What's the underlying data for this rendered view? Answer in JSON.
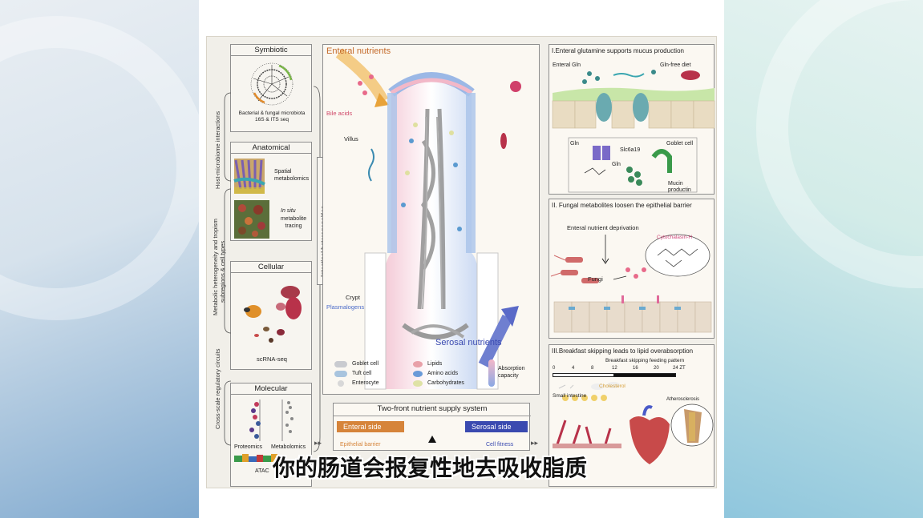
{
  "figure": {
    "left_panels": {
      "symbiotic": {
        "title": "Symbiotic",
        "caption": "Bacterial & fungal microbiota\n16S & ITS seq"
      },
      "anatomical": {
        "title": "Anatomical",
        "spatial": "Spatial\nmetabolomics",
        "insitu_em": "In situ",
        "insitu_rest": "metabolite\ntracing"
      },
      "cellular": {
        "title": "Cellular",
        "caption": "scRNA-seq"
      },
      "molecular": {
        "title": "Molecular",
        "proteomics": "Proteomics",
        "metabolomics": "Metabolomics",
        "atac": "ATAC"
      }
    },
    "side_labels": {
      "host_microbiome": "Host-microbiome interactions",
      "metabolic": "Metabolic heterogeneity and tropism",
      "subregions": "subregions & cell types",
      "cross_scale": "Cross-scale regulatory circuits",
      "intestinal": "Intestinal heterogeneities"
    },
    "center": {
      "enteral": "Enteral nutrients",
      "bile_acids": "Bile acids",
      "villus": "Villus",
      "crypt": "Crypt",
      "plasmalogens": "Plasmalogens",
      "serosal": "Serosal nutrients",
      "legend": {
        "goblet": "Goblet cell",
        "tuft": "Tuft cell",
        "enterocyte": "Enterocyte",
        "lipids": "Lipids",
        "amino": "Amino acids",
        "carbs": "Carbohydrates",
        "absorption": "Absorption\ncapacity"
      },
      "supply": {
        "title": "Two-front nutrient supply system",
        "enteral_side": "Enteral side",
        "serosal_side": "Serosal side",
        "epithelial": "Epithelial barrier",
        "cell_fitness": "Cell fitness"
      }
    },
    "panel1": {
      "title": "I.Enteral glutamine supports mucus production",
      "enteral_gln": "Enteral Gln",
      "gln_free": "Gln-free diet",
      "gln": "Gln",
      "goblet": "Goblet cell",
      "slc": "Slc6a19",
      "gln2": "Gln",
      "mucin": "Mucin\nproductin"
    },
    "panel2": {
      "title": "II. Fungal metabolites loosen the epithelial barrier",
      "deprivation": "Enteral nutrient deprivation",
      "cytochalasin": "Cytochalasin-H",
      "fungi": "Fungi"
    },
    "panel3": {
      "title": "III.Breakfast skipping leads to lipid overabsorption",
      "pattern": "Breakfast skipping feeding pattern",
      "ticks": [
        "0",
        "4",
        "8",
        "12",
        "16",
        "20",
        "24 ZT"
      ],
      "small_intestine": "Small intestine",
      "cholesterol": "Cholesterol",
      "atherosclerosis": "Atherosclerosis"
    }
  },
  "subtitle": "你的肠道会报复性地去吸收脂质"
}
